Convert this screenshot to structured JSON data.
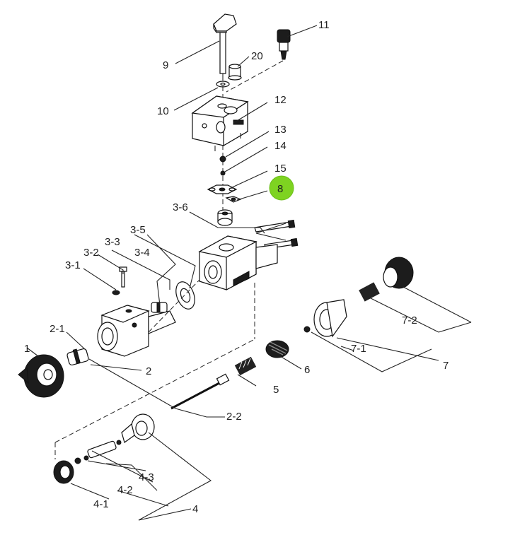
{
  "labels": {
    "l1": "1",
    "l2": "2",
    "l2_1": "2-1",
    "l2_2": "2-2",
    "l3_1": "3-1",
    "l3_2": "3-2",
    "l3_3": "3-3",
    "l3_4": "3-4",
    "l3_5": "3-5",
    "l3_6": "3-6",
    "l4": "4",
    "l4_1": "4-1",
    "l4_2": "4-2",
    "l4_3": "4-3",
    "l5": "5",
    "l6": "6",
    "l7": "7",
    "l7_1": "7-1",
    "l7_2": "7-2",
    "l8": "8",
    "l9": "9",
    "l10": "10",
    "l11": "11",
    "l12": "12",
    "l13": "13",
    "l14": "14",
    "l15": "15",
    "l20": "20"
  },
  "highlight": {
    "part": "8",
    "color": "#7ed321"
  }
}
